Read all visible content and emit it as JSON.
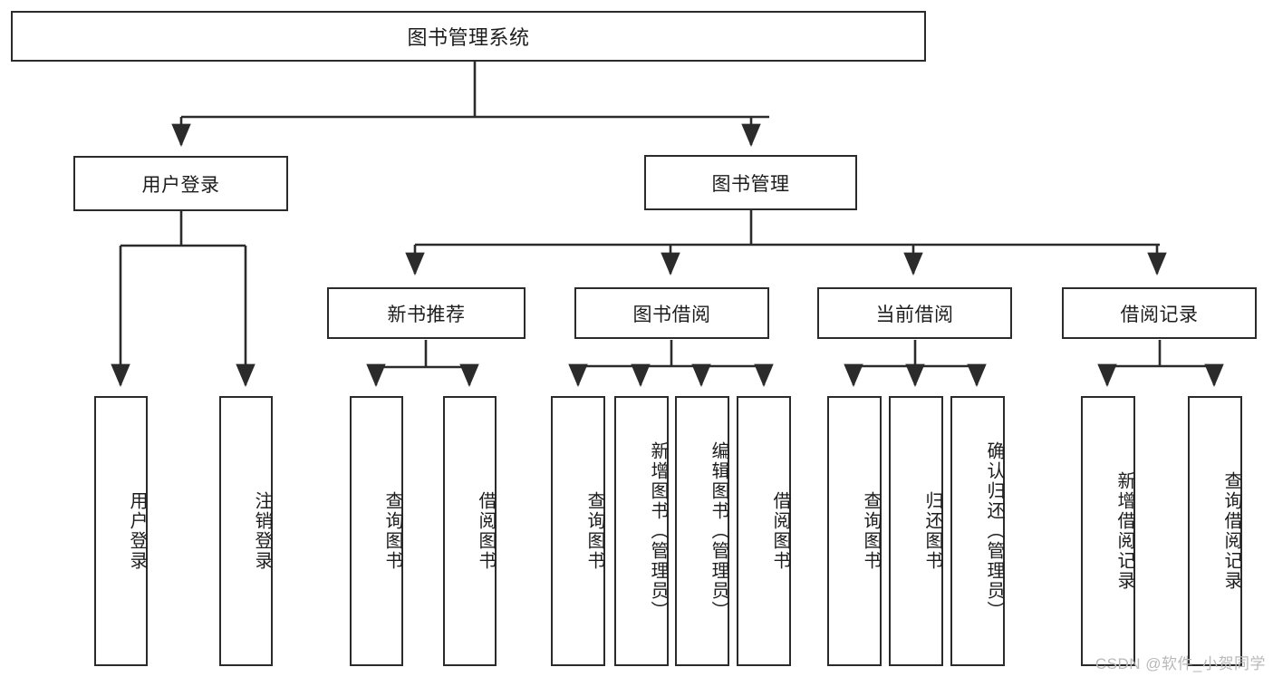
{
  "diagram": {
    "title": "图书管理系统",
    "watermark": "CSDN @软件_小贺同学",
    "type": "tree",
    "levels": {
      "root": {
        "label": "图书管理系统"
      },
      "level2": [
        {
          "id": "user-login",
          "label": "用户登录"
        },
        {
          "id": "book-manage",
          "label": "图书管理"
        }
      ],
      "level3": [
        {
          "id": "new-book-recommend",
          "label": "新书推荐"
        },
        {
          "id": "book-borrow",
          "label": "图书借阅"
        },
        {
          "id": "current-borrow",
          "label": "当前借阅"
        },
        {
          "id": "borrow-record",
          "label": "借阅记录"
        }
      ],
      "leaves": {
        "user_login": [
          {
            "id": "leaf-user-login",
            "label": "用户登录"
          },
          {
            "id": "leaf-logout-login",
            "label": "注销登录"
          }
        ],
        "new_book_recommend": [
          {
            "id": "leaf-query-book-1",
            "label": "查询图书"
          },
          {
            "id": "leaf-borrow-book-1",
            "label": "借阅图书"
          }
        ],
        "book_borrow": [
          {
            "id": "leaf-query-book-2",
            "label": "查询图书"
          },
          {
            "id": "leaf-add-book",
            "label": "新增图书（管理员）"
          },
          {
            "id": "leaf-edit-book",
            "label": "编辑图书（管理员）"
          },
          {
            "id": "leaf-borrow-book-2",
            "label": "借阅图书"
          }
        ],
        "current_borrow": [
          {
            "id": "leaf-query-book-3",
            "label": "查询图书"
          },
          {
            "id": "leaf-return-book",
            "label": "归还图书"
          },
          {
            "id": "leaf-confirm-return",
            "label": "确认归还（管理员）"
          }
        ],
        "borrow_record": [
          {
            "id": "leaf-add-borrow-record",
            "label": "新增借阅记录"
          },
          {
            "id": "leaf-query-borrow-record",
            "label": "查询借阅记录"
          }
        ]
      }
    },
    "colors": {
      "stroke": "#2b2b2b",
      "fill": "#ffffff",
      "text": "#1d1d1d",
      "watermark": "#b9b9b9"
    }
  }
}
